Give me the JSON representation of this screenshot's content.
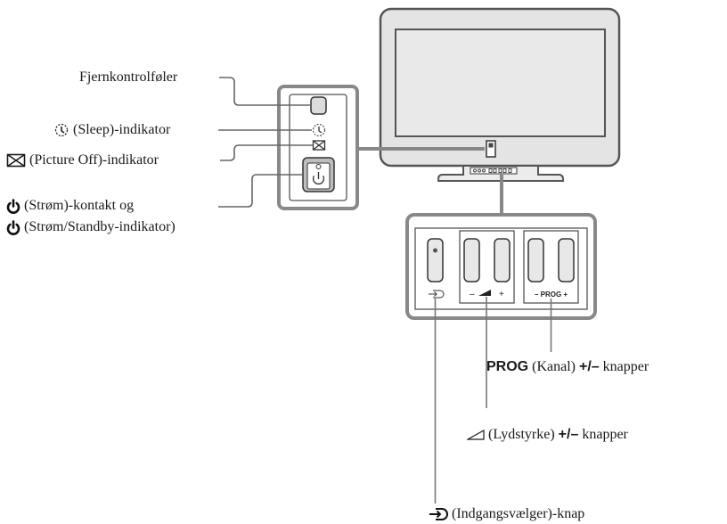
{
  "labels": {
    "remote_sensor": "Fjernkontrolføler",
    "sleep_indicator": "(Sleep)-indikator",
    "picture_off_indicator": "(Picture Off)-indikator",
    "power_switch": "(Strøm)-kontakt og",
    "power_standby_indicator": "(Strøm/Standby-indikator)",
    "prog_bold": "PROG",
    "prog_text": "(Kanal)",
    "prog_plusminus": "+/–",
    "prog_tail": "knapper",
    "volume_text": "(Lydstyrke)",
    "volume_plusminus": "+/–",
    "volume_tail": "knapper",
    "input_text": "(Indgangsvælger)-knap"
  },
  "panel_markings": {
    "vol_minus": "–",
    "vol_plus": "+",
    "prog": "– PROG +"
  },
  "icons": {
    "sleep": "sleep-clock-icon",
    "picture_off": "crossed-box-icon",
    "power": "power-icon",
    "volume": "volume-wedge-icon",
    "input": "input-select-icon"
  }
}
